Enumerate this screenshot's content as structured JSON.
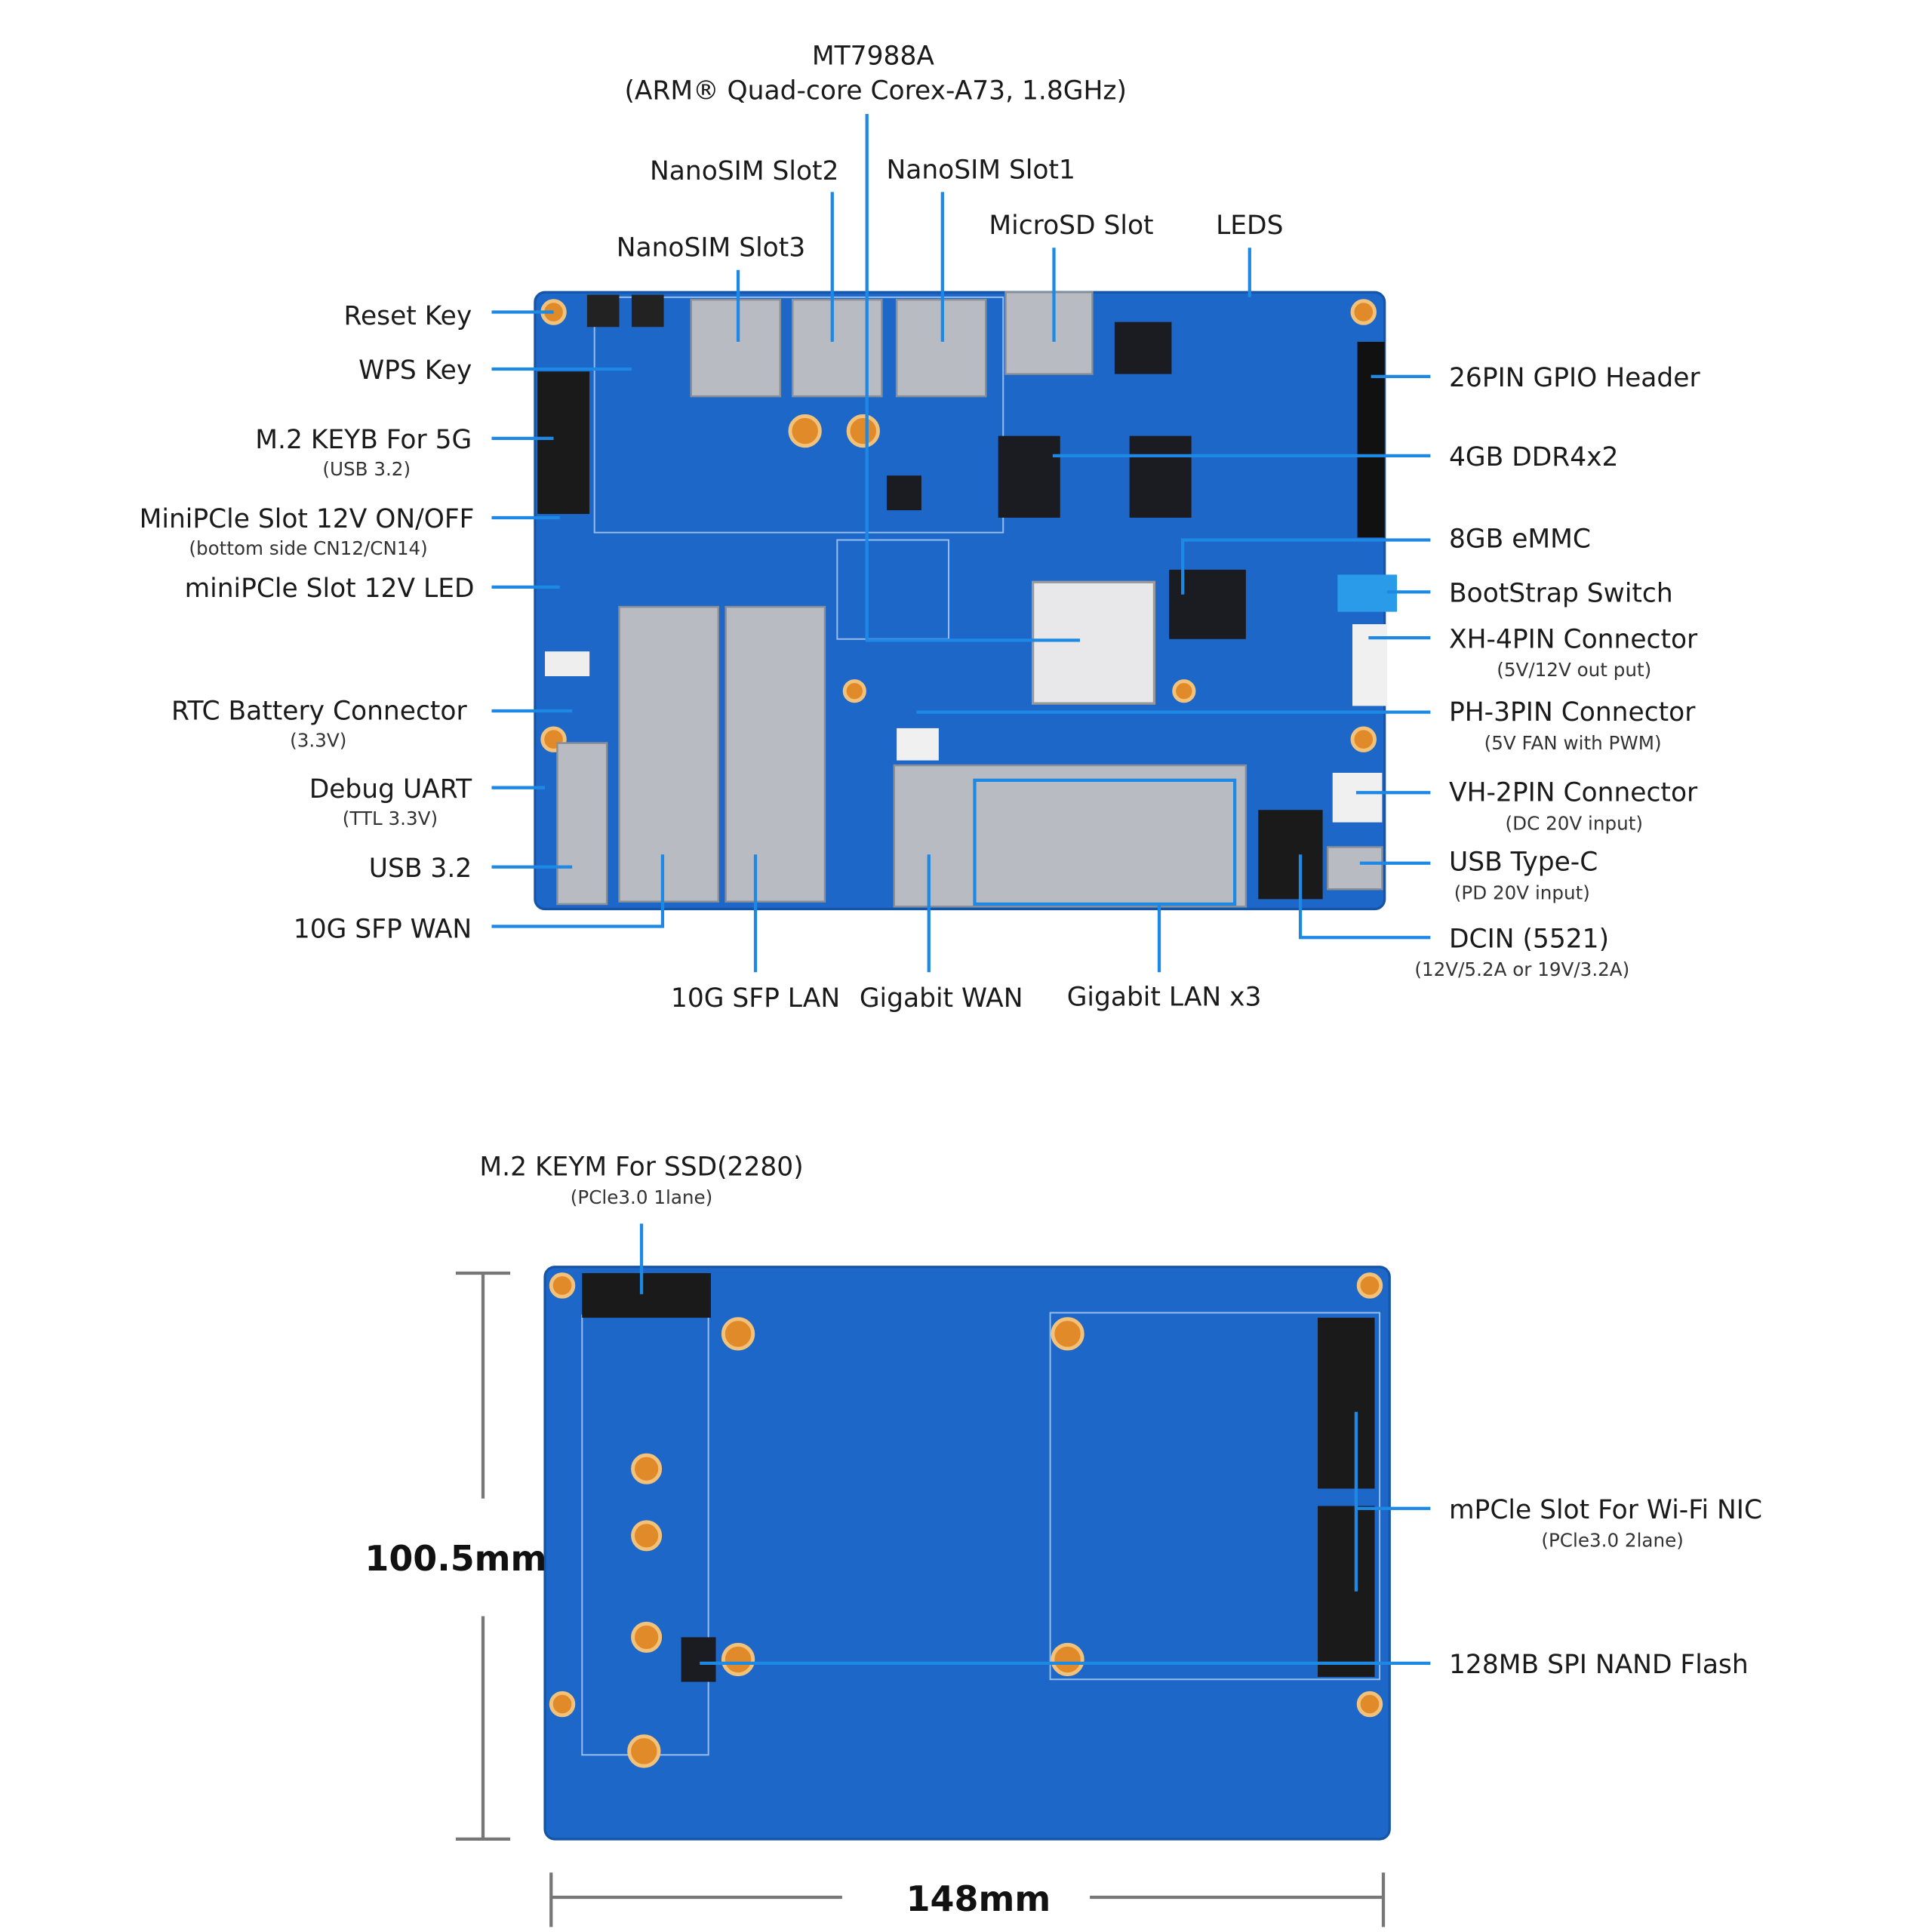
{
  "top_labels": {
    "soc_title": "MT7988A",
    "soc_sub": "(ARM® Quad-core Corex-A73, 1.8GHz)",
    "sim2": "NanoSIM Slot2",
    "sim1": "NanoSIM Slot1",
    "microsd": "MicroSD Slot",
    "leds": "LEDS",
    "sim3": "NanoSIM Slot3"
  },
  "left_labels": {
    "reset": "Reset Key",
    "wps": "WPS Key",
    "m2b": "M.2 KEYB For 5G",
    "m2b_sub": "(USB 3.2)",
    "mpcie_sw": "MiniPCle Slot 12V ON/OFF",
    "mpcie_sw_sub": "(bottom side CN12/CN14)",
    "mpcie_led": "miniPCle Slot 12V LED",
    "rtc": "RTC Battery Connector",
    "rtc_sub": "(3.3V)",
    "uart": "Debug UART",
    "uart_sub": "(TTL 3.3V)",
    "usb": "USB 3.2",
    "sfp_wan": "10G SFP WAN"
  },
  "bottom_labels": {
    "sfp_lan": "10G SFP LAN",
    "gbe_wan": "Gigabit WAN",
    "gbe_lan": "Gigabit LAN x3"
  },
  "right_labels": {
    "gpio": "26PIN GPIO Header",
    "ddr": "4GB DDR4x2",
    "emmc": "8GB eMMC",
    "bootstrap": "BootStrap Switch",
    "xh4": "XH-4PIN Connector",
    "xh4_sub": "(5V/12V out put)",
    "ph3": "PH-3PIN Connector",
    "ph3_sub": "(5V FAN with PWM)",
    "vh2": "VH-2PIN Connector",
    "vh2_sub": "(DC 20V input)",
    "typec": "USB Type-C",
    "typec_sub": "(PD 20V input)",
    "dcin": "DCIN (5521)",
    "dcin_sub": "(12V/5.2A or 19V/3.2A)"
  },
  "back_labels": {
    "m2m": "M.2 KEYM For SSD(2280)",
    "m2m_sub": "(PCle3.0 1lane)",
    "mpcie": "mPCle Slot For Wi-Fi NIC",
    "mpcie_sub": "(PCle3.0 2lane)",
    "nand": "128MB SPI NAND Flash"
  },
  "dimensions": {
    "height": "100.5mm",
    "width": "148mm"
  },
  "colors": {
    "pcb": "#1d67c9",
    "leader": "#1e88e5"
  }
}
